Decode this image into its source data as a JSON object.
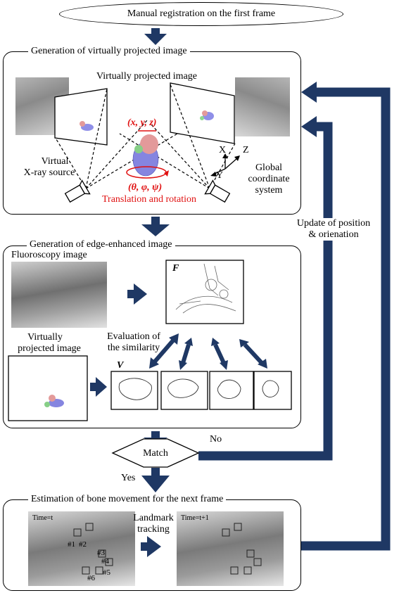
{
  "start": "Manual registration on the first frame",
  "panel1": {
    "title": "Generation of virtually projected image",
    "vp_label": "Virtually projected image",
    "coords": "(x, y, z)",
    "angles": "(θ, φ, ψ)",
    "translation": "Translation and rotation",
    "source_line1": "Virtual",
    "source_line2": "X-ray source",
    "axis_x": "X",
    "axis_y": "Y",
    "axis_z": "Z",
    "global_line1": "Global",
    "global_line2": "coordinate",
    "global_line3": "system"
  },
  "panel2": {
    "title": "Generation of edge-enhanced image",
    "fluoro_label": "Fluoroscopy image",
    "vp_line1": "Virtually",
    "vp_line2": "projected image",
    "eval_line1": "Evaluation of",
    "eval_line2": "the similarity",
    "f_label": "F",
    "v_label": "V"
  },
  "decision": {
    "label": "Match",
    "no_label": "No",
    "yes_label": "Yes"
  },
  "update_line1": "Update of position",
  "update_line2": "& orienation",
  "panel3": {
    "title": "Estimation of bone movement for the next frame",
    "time_t": "Time=t",
    "time_t1": "Time=t+1",
    "landmark_line1": "Landmark",
    "landmark_line2": "tracking",
    "markers": [
      "#1",
      "#2",
      "#3",
      "#4",
      "#5",
      "#6"
    ]
  },
  "colors": {
    "arrow": "#1f3864",
    "red": "#e01010",
    "stroke": "#000000"
  }
}
